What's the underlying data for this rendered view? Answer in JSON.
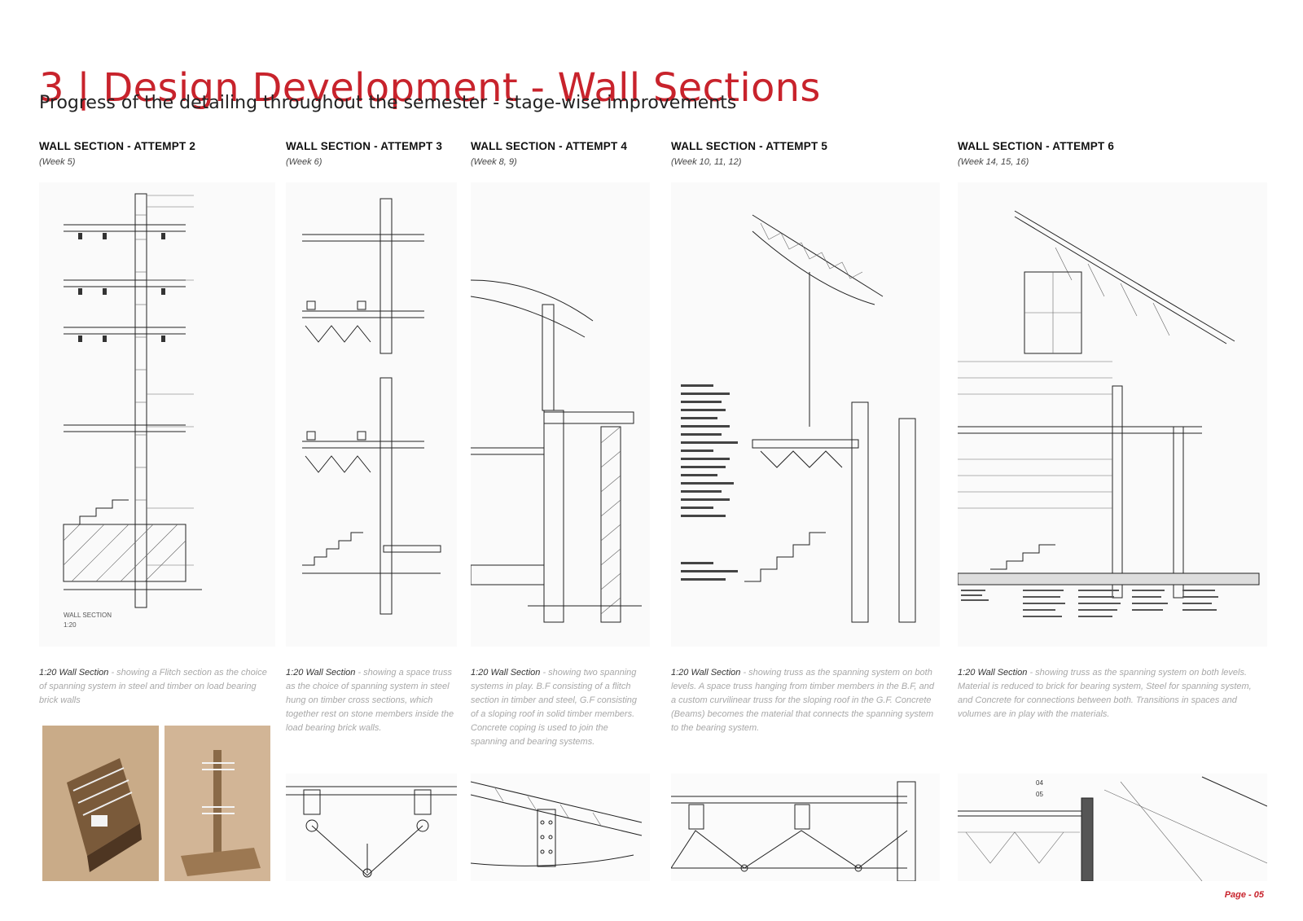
{
  "header": {
    "title": "3 | Design Development - Wall Sections",
    "subtitle": "Progress of the detailing throughout the semester - stage-wise improvements"
  },
  "columns": [
    {
      "title": "WALL SECTION - ATTEMPT 2",
      "week": "(Week 5)",
      "caption_lead": "1:20 Wall Section",
      "caption_body": " - showing a Flitch section as the choice of spanning system in steel and timber on load bearing brick walls",
      "sketch_label": "WALL SECTION",
      "sketch_scale": "1:20"
    },
    {
      "title": "WALL SECTION - ATTEMPT 3",
      "week": "(Week 6)",
      "caption_lead": "1:20 Wall Section",
      "caption_body": " - showing a space truss as the choice of spanning system in steel hung on timber cross sections, which together rest on stone members inside the load bearing brick walls."
    },
    {
      "title": "WALL SECTION - ATTEMPT 4",
      "week": "(Week 8, 9)",
      "caption_lead": "1:20 Wall Section",
      "caption_body": " - showing two spanning systems in play. B.F consisting of a flitch section in timber and steel, G.F consisting of a sloping roof in solid timber members. Concrete coping is used to join the spanning and bearing systems."
    },
    {
      "title": "WALL SECTION - ATTEMPT 5",
      "week": "(Week 10, 11, 12)",
      "caption_lead": "1:20 Wall Section",
      "caption_body": " - showing truss as the spanning system on both levels. A space truss hanging from timber members in the B.F, and a custom curvilinear truss for the sloping roof in the G.F. Concrete (Beams) becomes the material that connects the spanning system to the bearing system."
    },
    {
      "title": "WALL SECTION - ATTEMPT 6",
      "week": "(Week 14, 15, 16)",
      "caption_lead": "1:20 Wall Section",
      "caption_body": " - showing truss as the spanning system on both levels. Material is reduced to brick for bearing system, Steel for spanning system, and Concrete for connections between both. Transitions in spaces and volumes are in play with the materials.",
      "detail_tags": [
        "04",
        "05"
      ]
    }
  ],
  "footer": {
    "page": "Page - 05"
  },
  "colors": {
    "accent": "#c8232c",
    "text": "#222222",
    "caption": "#a8a8a8"
  }
}
